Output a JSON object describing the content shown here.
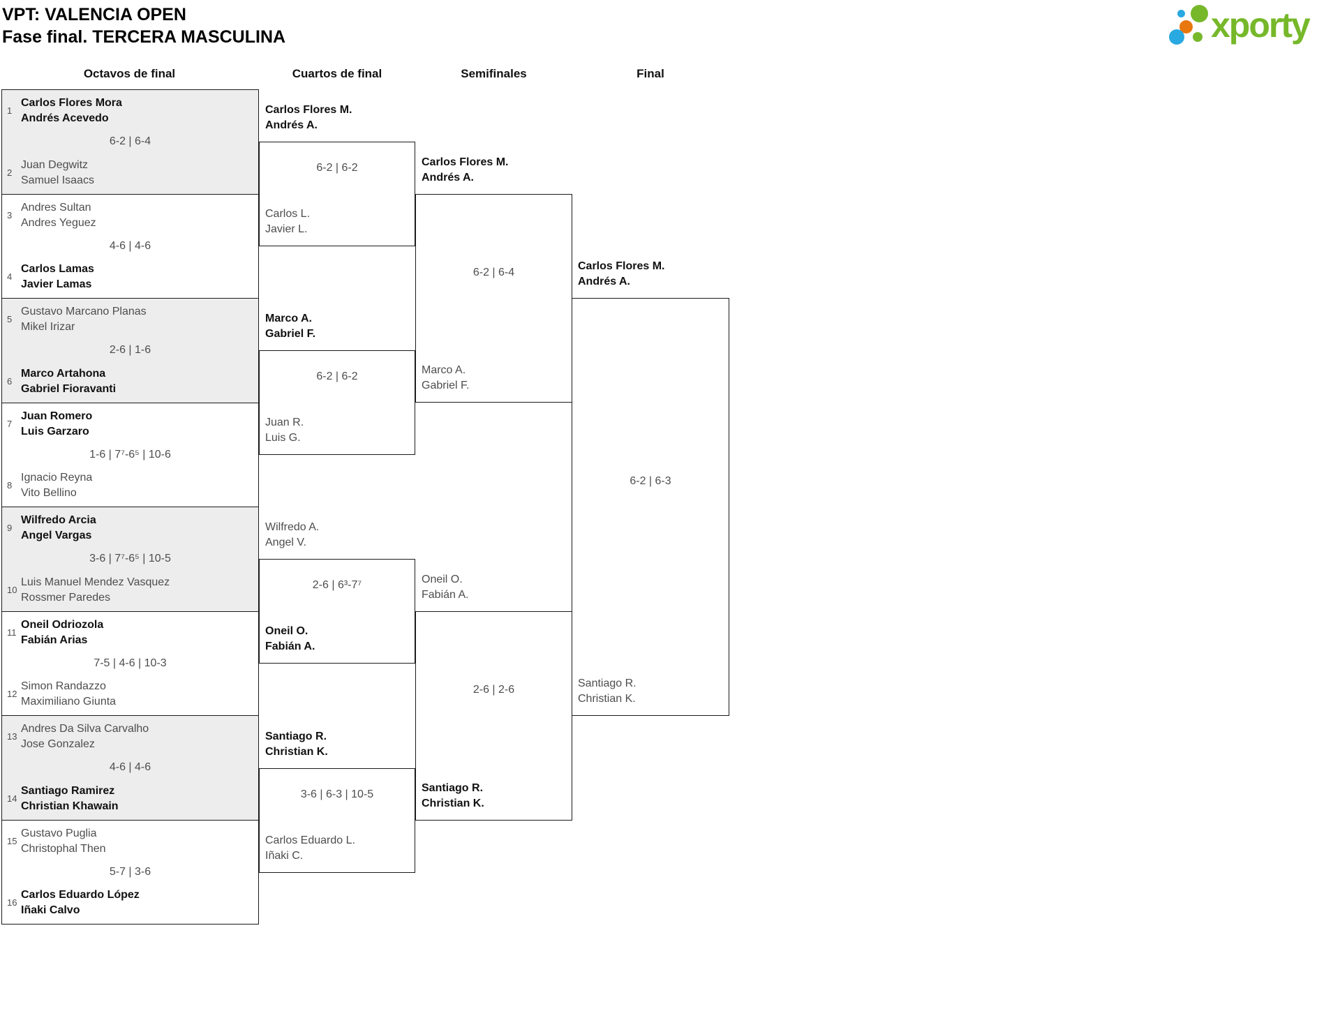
{
  "header": {
    "title_line1": "VPT: VALENCIA OPEN",
    "title_line2": "Fase final. TERCERA MASCULINA"
  },
  "logo": {
    "text": "xporty",
    "colors": {
      "green": "#76b82a",
      "blue": "#29a9e1",
      "orange": "#e8770e"
    }
  },
  "theme": {
    "border_color": "#1a1a1a",
    "alt_row_background": "#ededed",
    "muted_text": "#4d4d4d",
    "winner_text": "#111111"
  },
  "rounds": [
    {
      "label": "Octavos de final"
    },
    {
      "label": "Cuartos de final"
    },
    {
      "label": "Semifinales"
    },
    {
      "label": "Final"
    }
  ],
  "octavos": {
    "matches": [
      {
        "seed1": "1",
        "team1": [
          "Carlos Flores Mora",
          "Andrés Acevedo"
        ],
        "team1_winner": true,
        "score": "6-2 | 6-4",
        "seed2": "2",
        "team2": [
          "Juan Degwitz",
          "Samuel Isaacs"
        ],
        "team2_winner": false
      },
      {
        "seed1": "3",
        "team1": [
          "Andres Sultan",
          "Andres Yeguez"
        ],
        "team1_winner": false,
        "score": "4-6 | 4-6",
        "seed2": "4",
        "team2": [
          "Carlos Lamas",
          "Javier Lamas"
        ],
        "team2_winner": true
      },
      {
        "seed1": "5",
        "team1": [
          "Gustavo Marcano Planas",
          "Mikel Irizar"
        ],
        "team1_winner": false,
        "score": "2-6 | 1-6",
        "seed2": "6",
        "team2": [
          "Marco Artahona",
          "Gabriel Fioravanti"
        ],
        "team2_winner": true
      },
      {
        "seed1": "7",
        "team1": [
          "Juan Romero",
          "Luis Garzaro"
        ],
        "team1_winner": true,
        "score": "1-6 | 7⁷-6⁵ | 10-6",
        "seed2": "8",
        "team2": [
          "Ignacio Reyna",
          "Vito Bellino"
        ],
        "team2_winner": false
      },
      {
        "seed1": "9",
        "team1": [
          "Wilfredo Arcia",
          "Angel Vargas"
        ],
        "team1_winner": true,
        "score": "3-6 | 7⁷-6⁵ | 10-5",
        "seed2": "10",
        "team2": [
          "Luis Manuel Mendez Vasquez",
          "Rossmer Paredes"
        ],
        "team2_winner": false
      },
      {
        "seed1": "11",
        "team1": [
          "Oneil Odriozola",
          "Fabián Arias"
        ],
        "team1_winner": true,
        "score": "7-5 | 4-6 | 10-3",
        "seed2": "12",
        "team2": [
          "Simon Randazzo",
          "Maximiliano Giunta"
        ],
        "team2_winner": false
      },
      {
        "seed1": "13",
        "team1": [
          "Andres Da Silva Carvalho",
          "Jose Gonzalez"
        ],
        "team1_winner": false,
        "score": "4-6 | 4-6",
        "seed2": "14",
        "team2": [
          "Santiago Ramirez",
          "Christian Khawain"
        ],
        "team2_winner": true
      },
      {
        "seed1": "15",
        "team1": [
          "Gustavo Puglia",
          "Christophal Then"
        ],
        "team1_winner": false,
        "score": "5-7 | 3-6",
        "seed2": "16",
        "team2": [
          "Carlos Eduardo López",
          "Iñaki Calvo"
        ],
        "team2_winner": true
      }
    ]
  },
  "cuartos": {
    "matches": [
      {
        "top": [
          "Carlos Flores M.",
          "Andrés A."
        ],
        "top_winner": true,
        "score": "6-2 | 6-2",
        "bottom": [
          "Carlos L.",
          "Javier L."
        ],
        "bottom_winner": false
      },
      {
        "top": [
          "Marco A.",
          "Gabriel F."
        ],
        "top_winner": true,
        "score": "6-2 | 6-2",
        "bottom": [
          "Juan R.",
          "Luis G."
        ],
        "bottom_winner": false
      },
      {
        "top": [
          "Wilfredo A.",
          "Angel V."
        ],
        "top_winner": false,
        "score": "2-6 | 6³-7⁷",
        "bottom": [
          "Oneil O.",
          "Fabián A."
        ],
        "bottom_winner": true
      },
      {
        "top": [
          "Santiago R.",
          "Christian K."
        ],
        "top_winner": true,
        "score": "3-6 | 6-3 | 10-5",
        "bottom": [
          "Carlos Eduardo L.",
          "Iñaki C."
        ],
        "bottom_winner": false
      }
    ]
  },
  "semifinales": {
    "matches": [
      {
        "top": [
          "Carlos Flores M.",
          "Andrés A."
        ],
        "top_winner": true,
        "score": "6-2 | 6-4",
        "bottom": [
          "Marco A.",
          "Gabriel F."
        ],
        "bottom_winner": false
      },
      {
        "top": [
          "Oneil O.",
          "Fabián A."
        ],
        "top_winner": false,
        "score": "2-6 | 2-6",
        "bottom": [
          "Santiago R.",
          "Christian K."
        ],
        "bottom_winner": true
      }
    ]
  },
  "final": {
    "match": {
      "top": [
        "Carlos Flores M.",
        "Andrés A."
      ],
      "top_winner": true,
      "score": "6-2 | 6-3",
      "bottom": [
        "Santiago R.",
        "Christian K."
      ],
      "bottom_winner": false
    }
  }
}
